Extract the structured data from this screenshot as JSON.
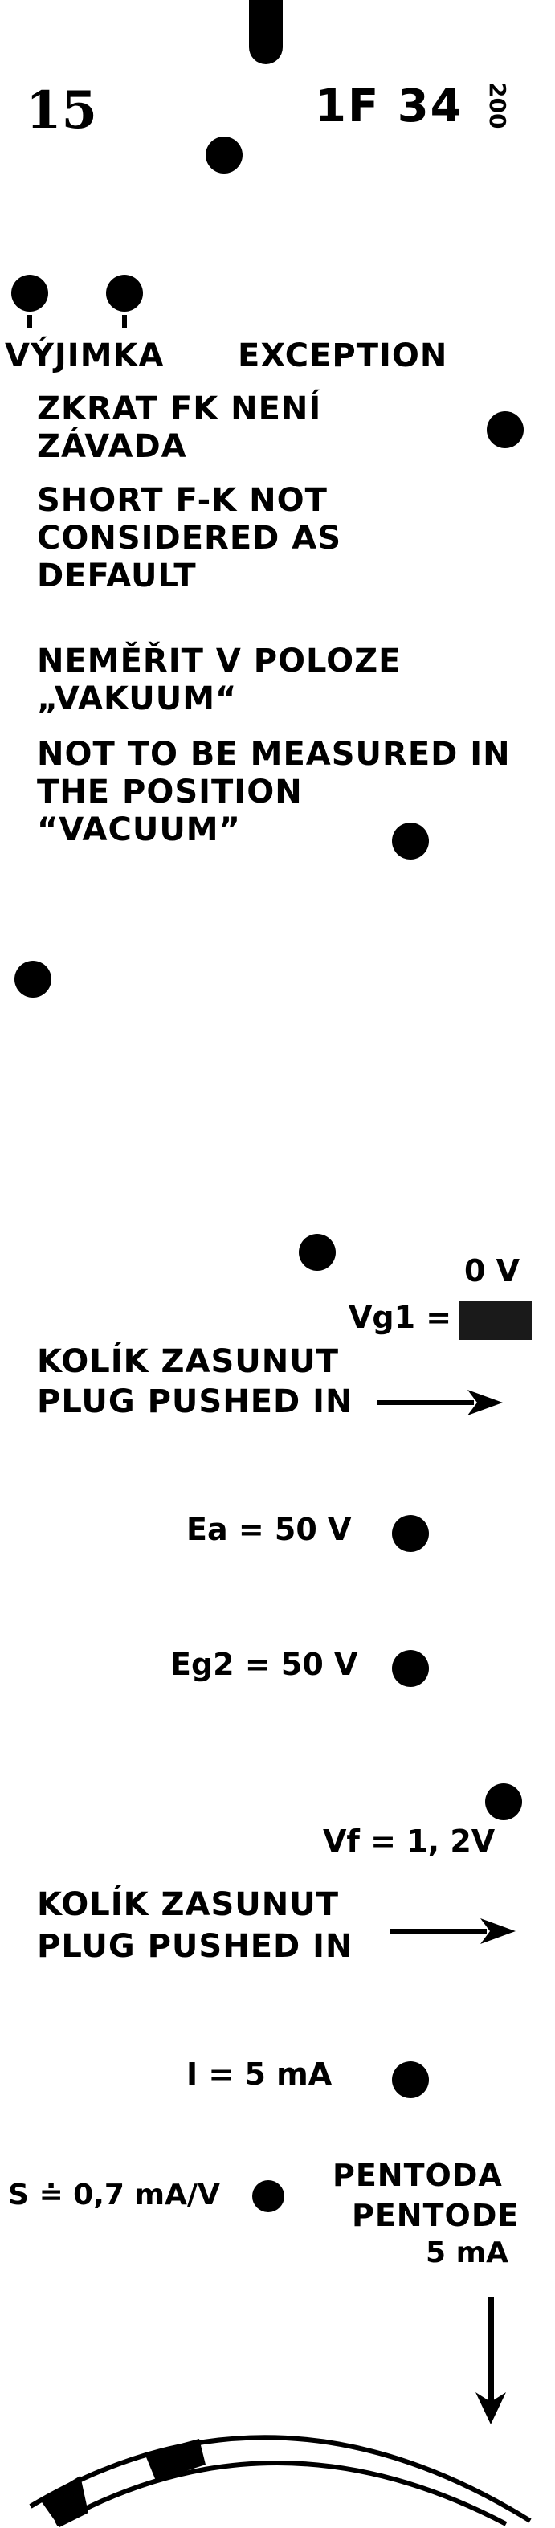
{
  "card": {
    "number": "15",
    "tube": "1F 34",
    "side_code": "200"
  },
  "exception": {
    "cz_label": "VÝJIMKA",
    "en_label": "EXCEPTION",
    "cz_short": "ZKRAT FK NENÍ ZÁVADA",
    "en_short": "SHORT F-K NOT CONSIDERED AS DEFAULT",
    "cz_vacuum": "NEMĚŘIT V POLOZE „VAKUUM“",
    "en_vacuum": "NOT TO BE MEASURED IN THE POSITION “VACUUM”"
  },
  "settings": {
    "vg1_zero": "0 V",
    "vg1_label": "Vg1 =",
    "plug1_cz": "KOLÍK ZASUNUT",
    "plug1_en": "PLUG PUSHED IN",
    "ea": "Ea = 50 V",
    "eg2": "Eg2 = 50 V",
    "vf": "Vf = 1, 2V",
    "plug2_cz": "KOLÍK ZASUNUT",
    "plug2_en": "PLUG PUSHED IN",
    "current": "I = 5 mA",
    "slope": "S ≐ 0,7 mA/V",
    "type_cz": "PENTODA",
    "type_en": "PENTODE",
    "type_current": "5 mA"
  },
  "colors": {
    "ink": "#000000",
    "paper": "#ffffff"
  }
}
